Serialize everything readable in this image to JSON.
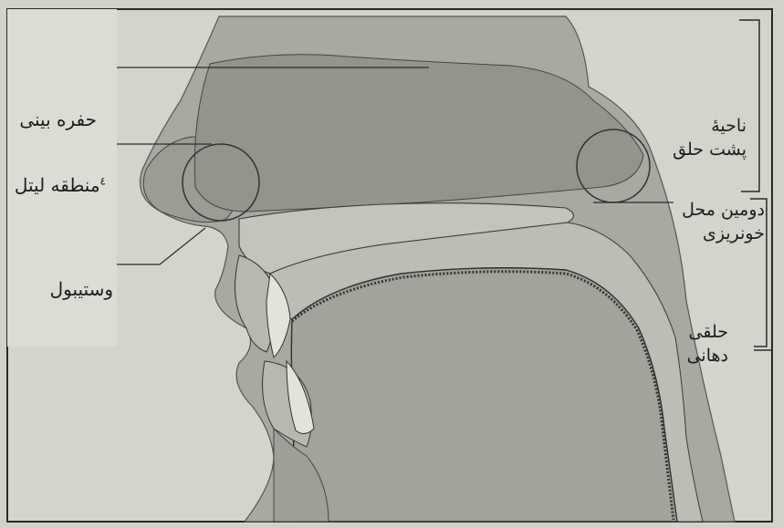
{
  "labels": {
    "nasal_cavity": "حفره بینی",
    "littles_area": "منطقه لیتل",
    "littles_area_footnote": "٤",
    "vestibule": "وستیبول",
    "nasopharynx_line1": "ناحیهٔ",
    "nasopharynx_line2": "پشت حلق",
    "second_bleeding_site_line1": "دومین محل",
    "second_bleeding_site_line2": "خونریزی",
    "oropharynx_line1": "حلقی",
    "oropharynx_line2": "دهانی"
  },
  "colors": {
    "background": "#d2d2cb",
    "head_tissue": "#a9a9a2",
    "dark_tissue": "#8c8c86",
    "light_cavity": "#c4c4bd",
    "outline": "#2a2a2a"
  }
}
